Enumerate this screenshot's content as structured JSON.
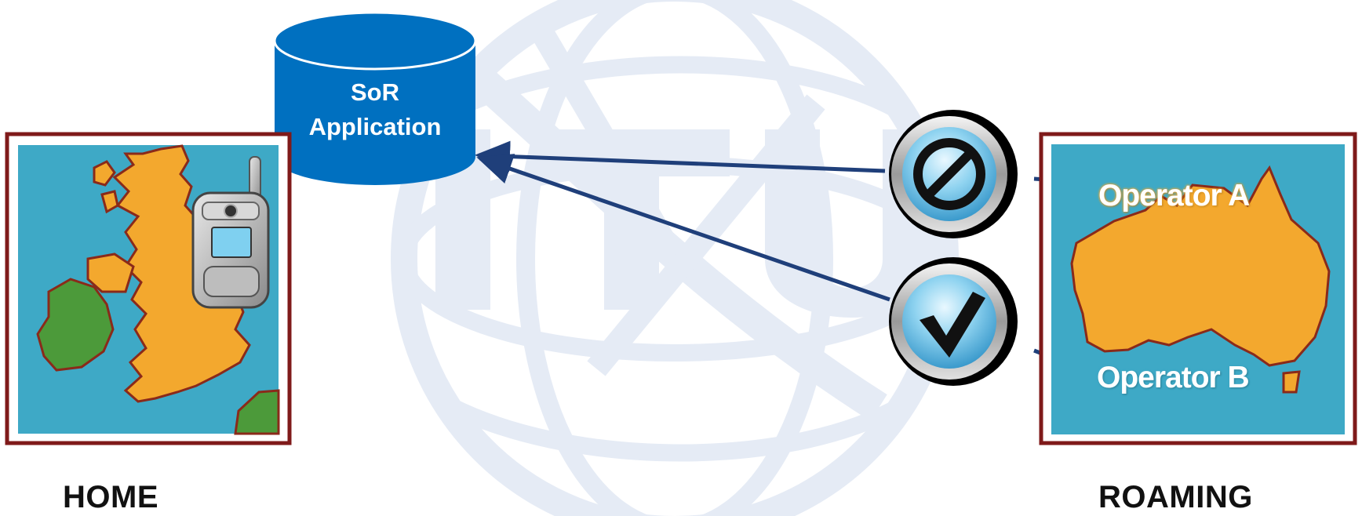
{
  "database": {
    "line1": "SoR",
    "line2": "Application",
    "color": "#0070c0"
  },
  "home": {
    "caption": "HOME",
    "map_icon": "british-isles-map-icon",
    "phone_icon": "mobile-flip-phone-icon"
  },
  "roaming": {
    "caption": "ROAMING",
    "map_icon": "australia-map-icon",
    "operator_a": "Operator A",
    "operator_b": "Operator B"
  },
  "status_icons": {
    "blocked": "prohibited-icon",
    "allowed": "checkmark-icon"
  },
  "watermark": {
    "text": "ITU",
    "icon": "itu-globe-watermark-icon"
  },
  "colors": {
    "frame": "#7f1a1a",
    "sea": "#3ea9c6",
    "land": "#f3a82e",
    "ireland": "#4c9a3a",
    "arrow": "#1f3f7a"
  }
}
